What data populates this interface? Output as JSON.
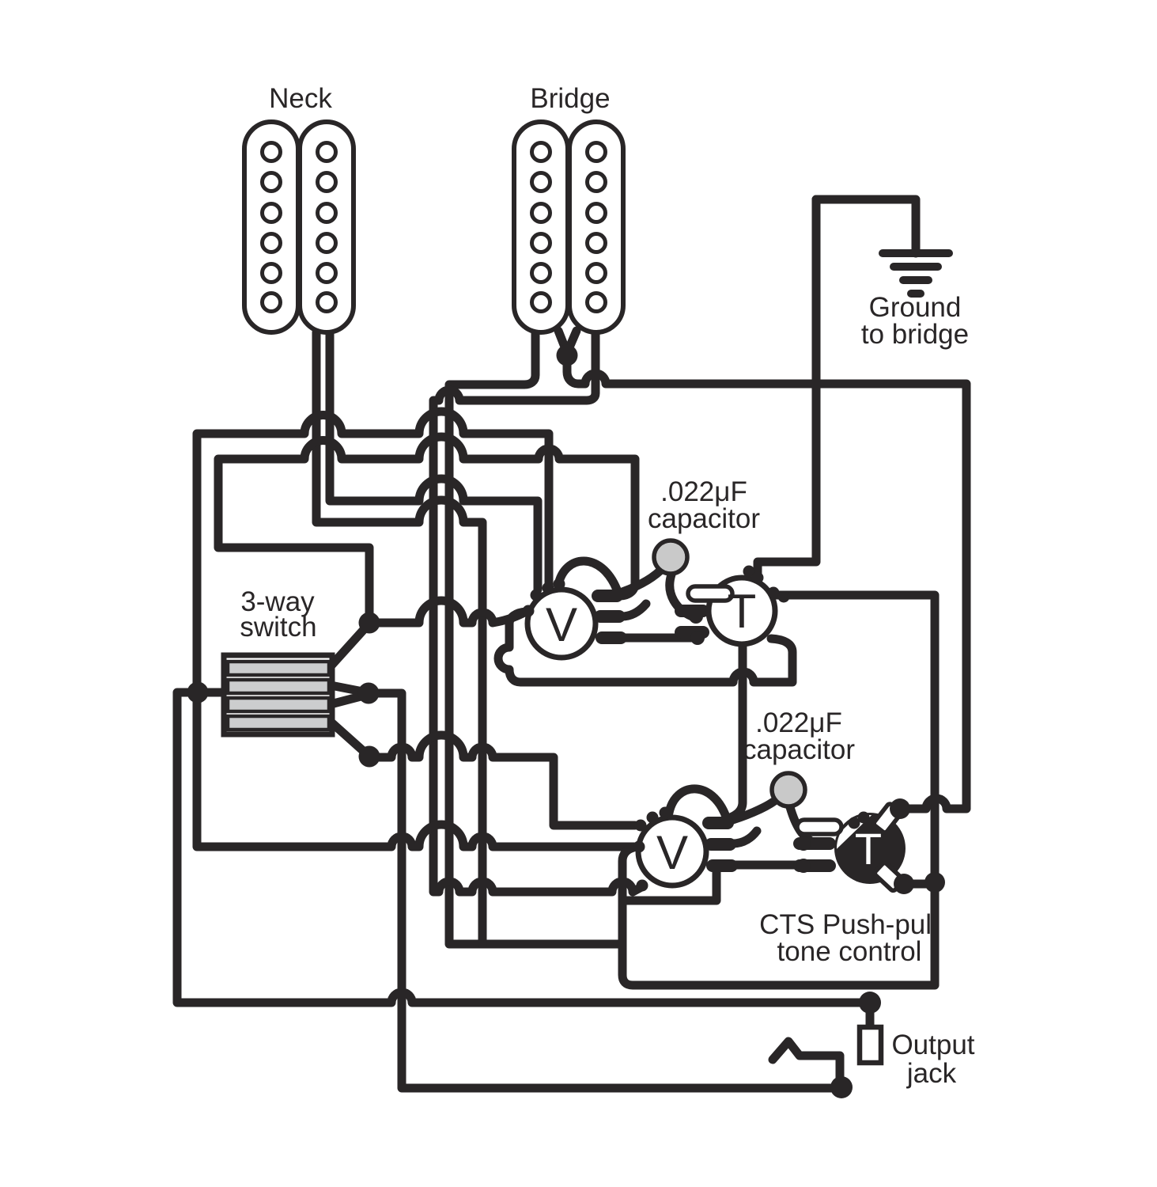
{
  "pickups": {
    "neck": {
      "label": "Neck"
    },
    "bridge": {
      "label": "Bridge"
    }
  },
  "selector_switch": {
    "label_line1": "3-way",
    "label_line2": "switch"
  },
  "capacitors": {
    "neck": {
      "value": ".022μF",
      "unit_word": "capacitor"
    },
    "bridge": {
      "value": ".022μF",
      "unit_word": "capacitor"
    }
  },
  "pots": {
    "neck_volume": {
      "letter": "V"
    },
    "neck_tone": {
      "letter": "T"
    },
    "bridge_volume": {
      "letter": "V"
    },
    "bridge_tone": {
      "letter": "T"
    }
  },
  "push_pull": {
    "label_line1": "CTS Push-pull",
    "label_line2": "tone control"
  },
  "ground": {
    "label_line1": "Ground",
    "label_line2": "to bridge"
  },
  "output_jack": {
    "label_line1": "Output",
    "label_line2": "jack"
  },
  "colors": {
    "ink": "#292627",
    "capacitor_fill": "#c9c9c9",
    "switch_slot_fill": "#cccdce",
    "pot_fill": "#ffffff",
    "background": "#ffffff"
  }
}
